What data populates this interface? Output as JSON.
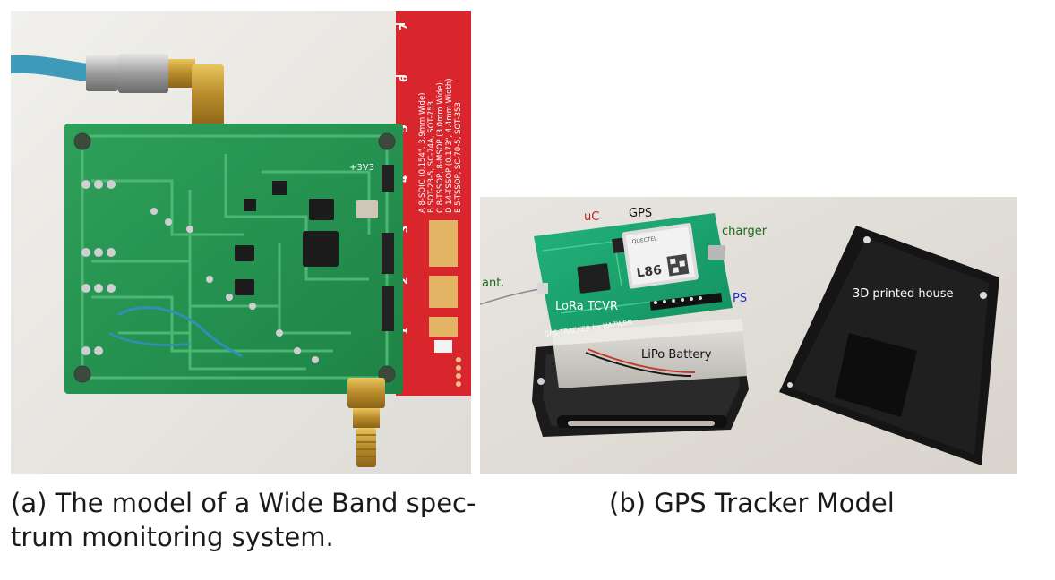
{
  "figure_a": {
    "caption": "(a) The model of a Wide Band spec-\ntrum monitoring system.",
    "ruler_numbers": [
      "7",
      "6",
      "5",
      "4",
      "3",
      "2",
      "1"
    ],
    "ruler_text": [
      "A 8-SOIC (0.154\", 3.9mm Wide)",
      "B SOT-23-5, SC-74A, SOT-753",
      "C 8-TSSOP, 8-MSOP (3.0mm Wide)",
      "D 14-TSSOP (0.173\", 4.4mm Width)",
      "E 5-TSSOP, SC-70-5, SOT-353"
    ],
    "board_label": "+3V3"
  },
  "figure_b": {
    "caption": "(b) GPS Tracker Model",
    "labels": {
      "uc": "uC",
      "gps": "GPS",
      "charger": "charger",
      "ant": "ant.",
      "lora": "LoRa TCVR",
      "ps": "PS",
      "battery": "LiPo Battery",
      "house": "3D printed house",
      "pcb_text": "GPS TRACKER by HA7WEN",
      "module": "L86",
      "module_brand": "QUECTEL"
    },
    "colors": {
      "uc": "#cc1f1f",
      "charger": "#1c6b1c",
      "ps": "#1b2fd6",
      "white": "#ffffff",
      "black": "#111111"
    }
  }
}
